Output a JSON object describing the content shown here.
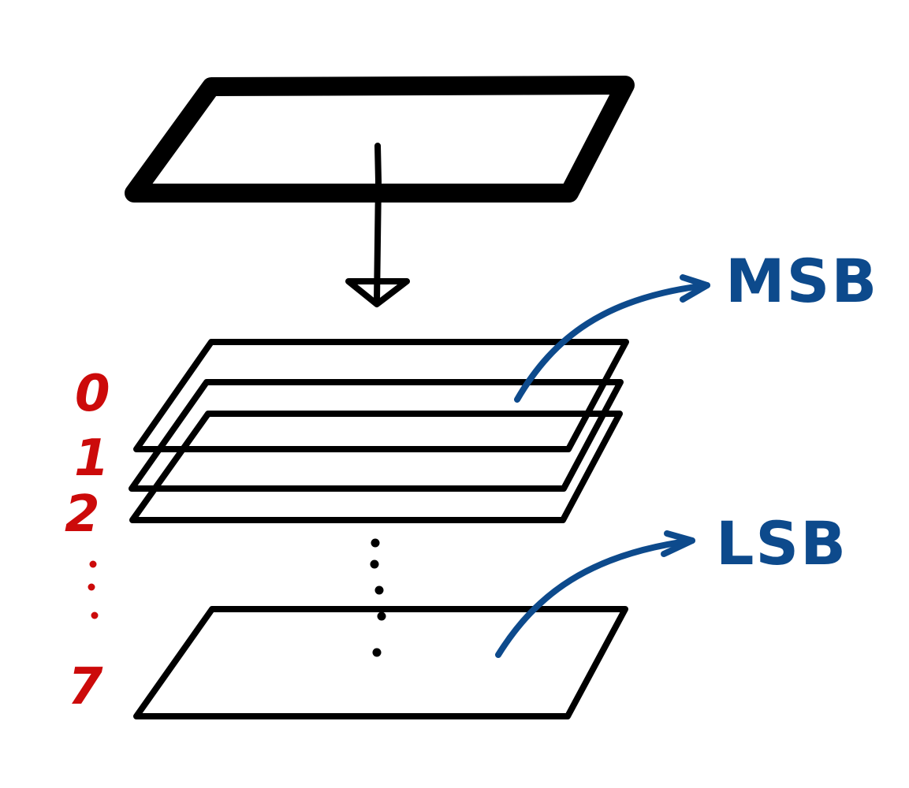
{
  "colors": {
    "planes": "#000000",
    "bit_index": "#cc0a0a",
    "significance": "#0d4a8c",
    "background": "#ffffff"
  },
  "bit_labels": [
    "0",
    "1",
    "2",
    "7"
  ],
  "msb_label": "MSB",
  "lsb_label": "LSB"
}
